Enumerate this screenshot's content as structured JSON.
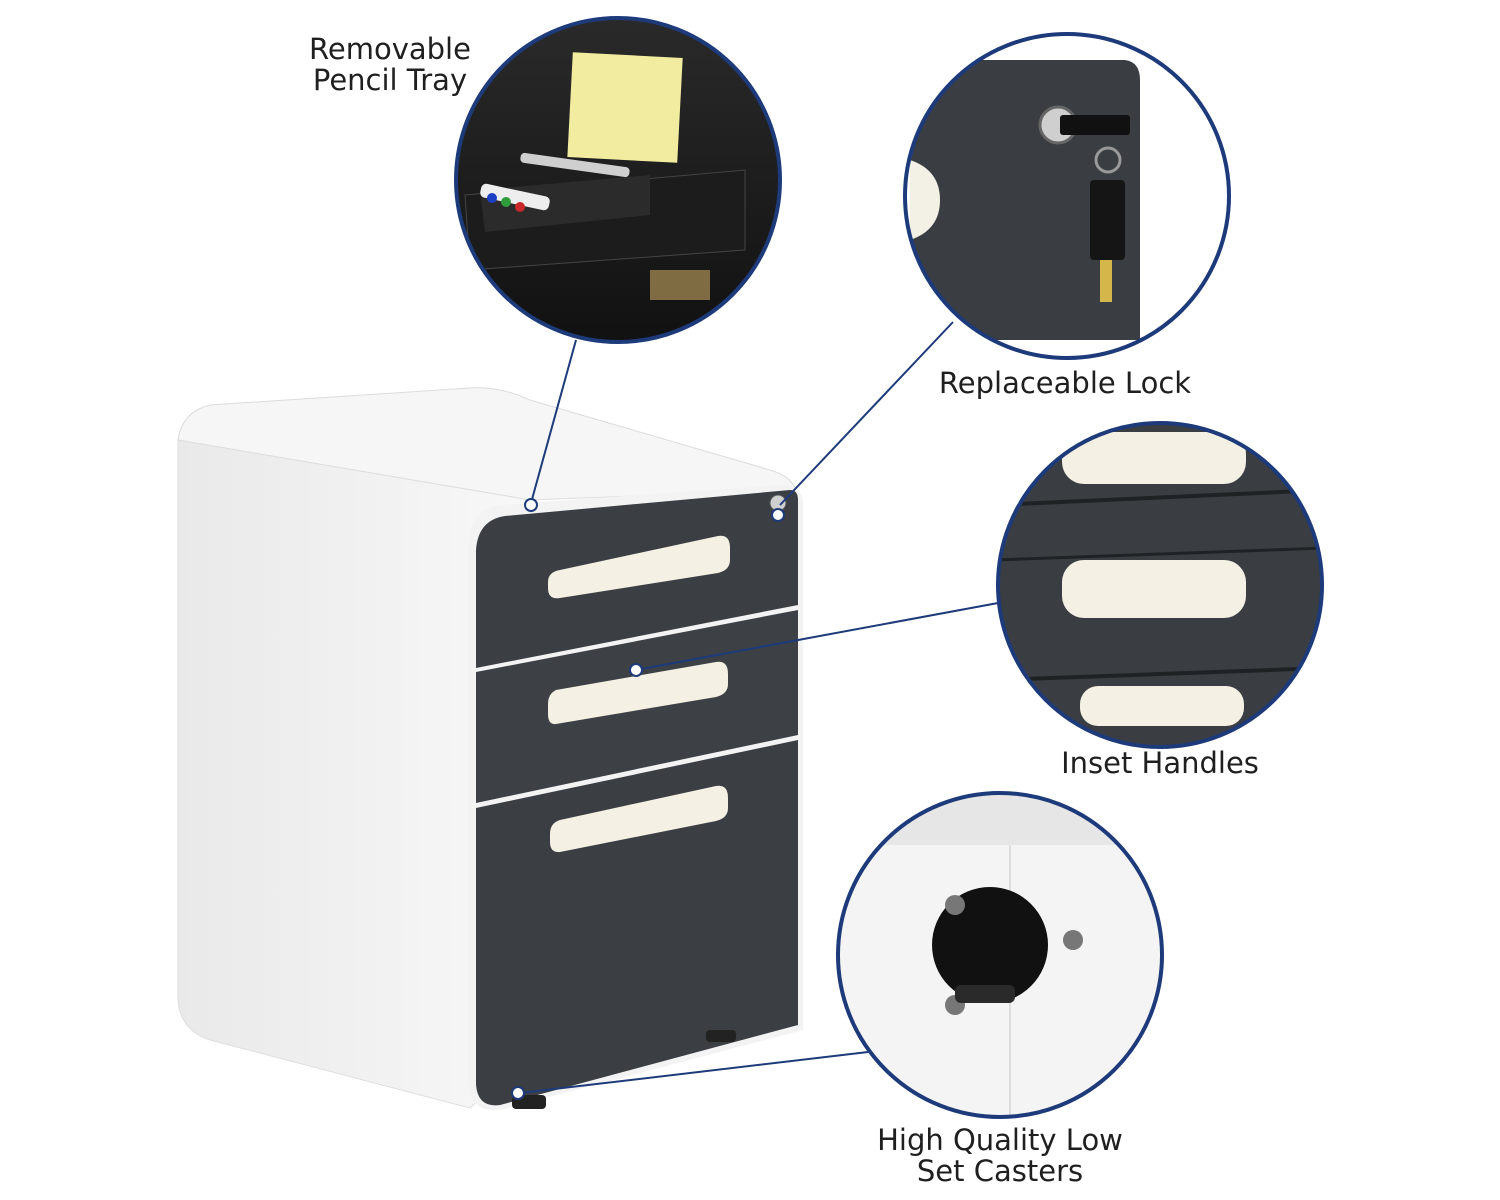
{
  "callouts": {
    "tray": {
      "line1": "Removable",
      "line2": "Pencil Tray"
    },
    "lock": {
      "text": "Replaceable Lock"
    },
    "handles": {
      "text": "Inset Handles"
    },
    "casters": {
      "line1": "High Quality Low",
      "line2": "Set Casters"
    }
  },
  "colors": {
    "ring": "#1d3a7a",
    "cabinet_body": "#f2f2f2",
    "drawer_face": "#3b3f44",
    "handle": "#f4f1e4",
    "leader_line": "#1d3a7a"
  },
  "icons": [
    "cabinet-image",
    "pencil-tray-closeup",
    "lock-closeup",
    "handles-closeup",
    "caster-closeup"
  ]
}
